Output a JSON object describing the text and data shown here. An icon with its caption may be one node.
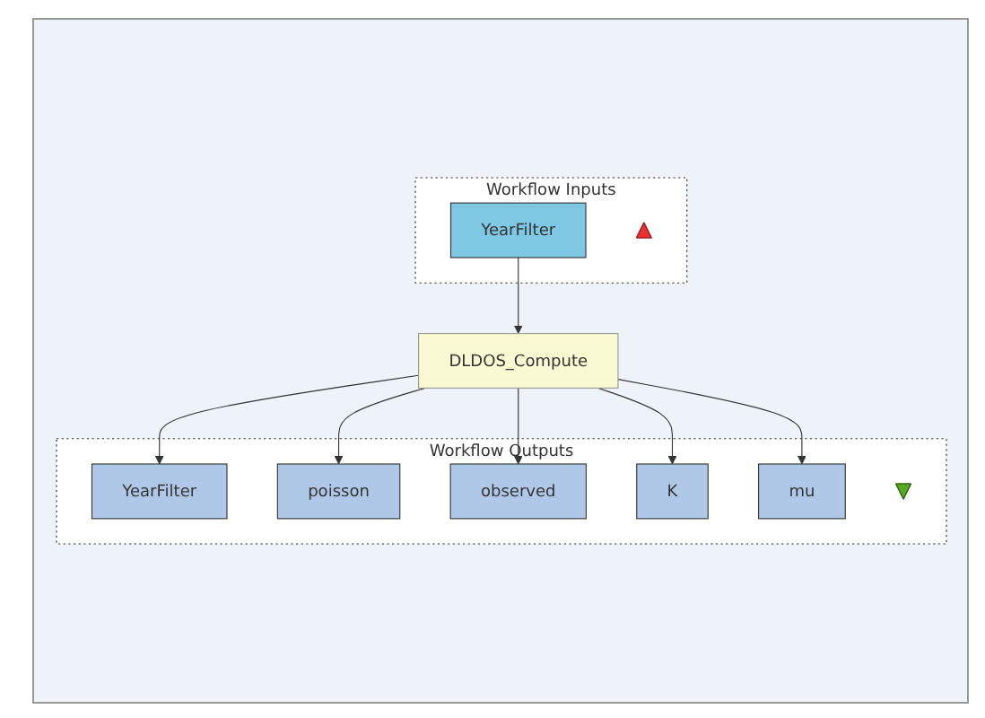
{
  "diagram": {
    "nodes": [
      {
        "text": [
          "Workflow Inputs"
        ]
      },
      {
        "text": [
          "YearFilter"
        ],
        "in": 0
      },
      {
        "text": [],
        "shape": "triangle",
        "in": 0
      },
      {
        "text": [
          "DLDOS_Compute"
        ]
      },
      {
        "text": [
          "Workflow Outputs"
        ]
      },
      {
        "text": [
          "YearFilter"
        ],
        "in": 4
      },
      {
        "text": [
          "poisson"
        ],
        "in": 4
      },
      {
        "text": [
          "observed"
        ],
        "in": 4
      },
      {
        "text": [
          "K"
        ],
        "in": 4
      },
      {
        "text": [
          "mu"
        ],
        "in": 4
      },
      {
        "text": [],
        "shape": "triangle",
        "in": 4
      }
    ],
    "edges": [
      {
        "from": 1,
        "to": 3,
        "arrow": "to"
      },
      {
        "from": 3,
        "to": 5,
        "arrow": "to"
      },
      {
        "from": 3,
        "to": 6,
        "arrow": "to"
      },
      {
        "from": 3,
        "to": 7,
        "arrow": "to"
      },
      {
        "from": 3,
        "to": 8,
        "arrow": "to"
      },
      {
        "from": 3,
        "to": 9,
        "arrow": "to"
      }
    ]
  }
}
